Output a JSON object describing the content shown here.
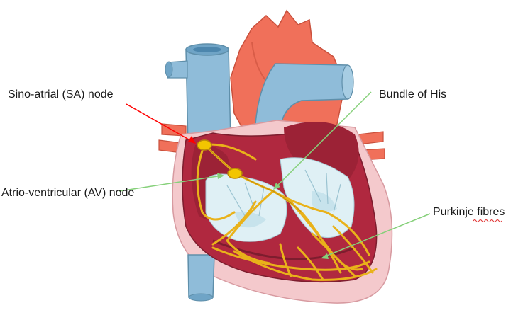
{
  "labels": {
    "sa_node": "Sino-atrial (SA) node",
    "av_node": "Atrio-ventricular (AV) node",
    "bundle_of_his": "Bundle of His",
    "purkinje_fibres": "Purkinje fibres"
  },
  "colors": {
    "aorta": "#f0705a",
    "vessel_blue": "#8fbcd9",
    "myocardium": "#b0283f",
    "chamber": "#dff0f5",
    "pericardium": "#f4c9cc",
    "conduction": "#e9b21a",
    "pointer_sa": "#ff0000",
    "pointer_other": "#86d07a"
  },
  "icons": [
    "heart-cross-section-illustration"
  ]
}
